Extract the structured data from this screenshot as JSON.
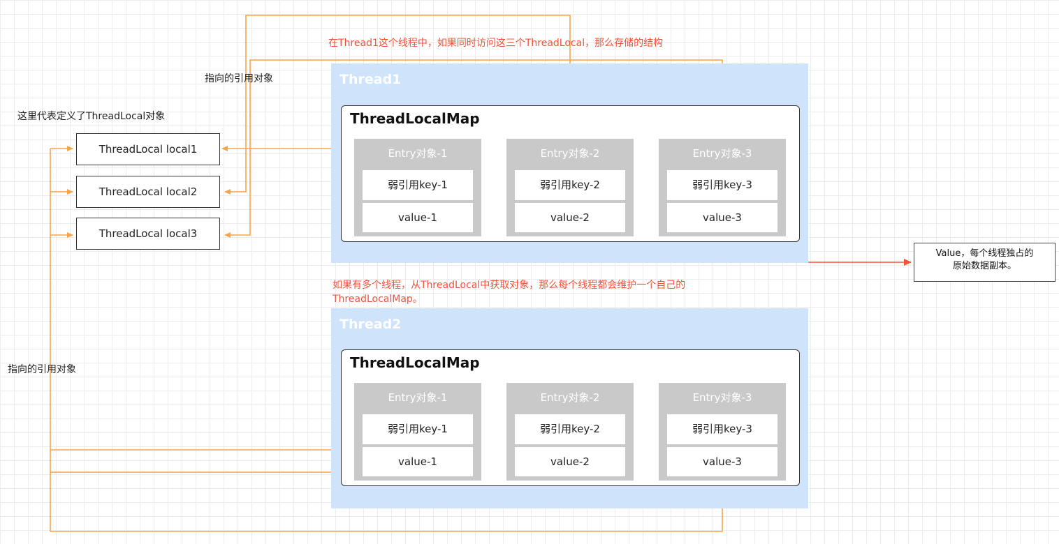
{
  "annotations": {
    "thread1_title_note": "在Thread1这个线程中，如果同时访问这三个ThreadLocal，那么存储的结构",
    "ref_target_top": "指向的引用对象",
    "define_threadlocal": "这里代表定义了ThreadLocal对象",
    "ref_target_left": "指向的引用对象",
    "multi_thread_note_line1": "如果有多个线程，从ThreadLocal中获取对象，那么每个线程都会维护一个自己的",
    "multi_thread_note_line2": "ThreadLocalMap。"
  },
  "locals": [
    "ThreadLocal local1",
    "ThreadLocal local2",
    "ThreadLocal local3"
  ],
  "threads": [
    {
      "title": "Thread1",
      "map_title": "ThreadLocalMap",
      "entries": [
        {
          "title": "Entry对象-1",
          "key": "弱引用key-1",
          "value": "value-1"
        },
        {
          "title": "Entry对象-2",
          "key": "弱引用key-2",
          "value": "value-2"
        },
        {
          "title": "Entry对象-3",
          "key": "弱引用key-3",
          "value": "value-3"
        }
      ]
    },
    {
      "title": "Thread2",
      "map_title": "ThreadLocalMap",
      "entries": [
        {
          "title": "Entry对象-1",
          "key": "弱引用key-1",
          "value": "value-1"
        },
        {
          "title": "Entry对象-2",
          "key": "弱引用key-2",
          "value": "value-2"
        },
        {
          "title": "Entry对象-3",
          "key": "弱引用key-3",
          "value": "value-3"
        }
      ]
    }
  ],
  "value_box": {
    "line1": "Value，每个线程独占的",
    "line2": "原始数据副本。"
  },
  "colors": {
    "orange": "#f7a44a",
    "red": "#f0533a",
    "thread_bg": "#cfe3fb",
    "entry_bg": "#c9c9c9"
  }
}
